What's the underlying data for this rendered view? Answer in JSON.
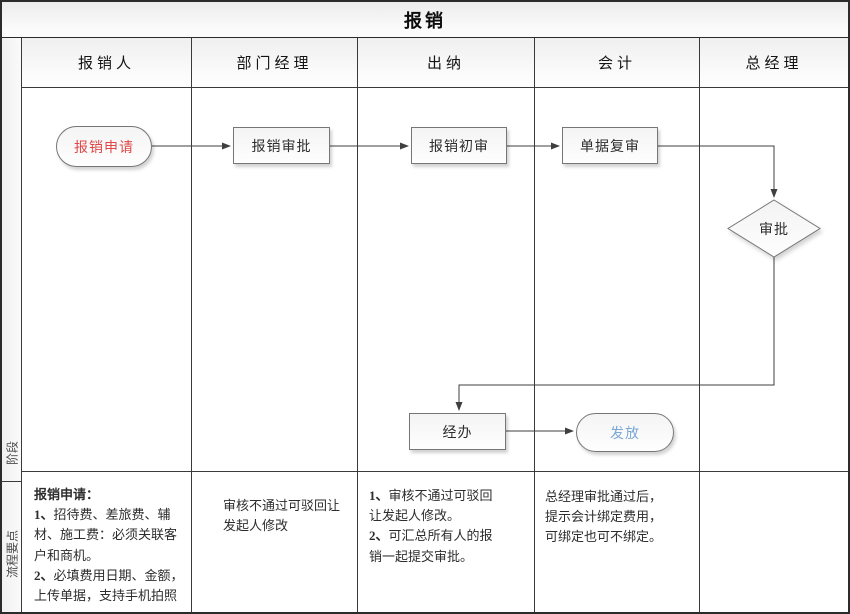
{
  "title": "报销",
  "left_strip": {
    "phase_label": "阶段",
    "points_label": "流程要点"
  },
  "lanes": [
    {
      "name": "报销人"
    },
    {
      "name": "部门经理"
    },
    {
      "name": "出纳"
    },
    {
      "name": "会计"
    },
    {
      "name": "总经理"
    }
  ],
  "flow": {
    "nodes": [
      {
        "id": "start",
        "shape": "terminator",
        "lane": "报销人",
        "label": "报销申请",
        "text_color": "#e04848"
      },
      {
        "id": "dept-approve",
        "shape": "process",
        "lane": "部门经理",
        "label": "报销审批",
        "text_color": "#2d2d2d"
      },
      {
        "id": "first-review",
        "shape": "process",
        "lane": "出纳",
        "label": "报销初审",
        "text_color": "#2d2d2d"
      },
      {
        "id": "doc-review",
        "shape": "process",
        "lane": "会计",
        "label": "单据复审",
        "text_color": "#2d2d2d"
      },
      {
        "id": "gm-approve",
        "shape": "decision",
        "lane": "总经理",
        "label": "审批",
        "text_color": "#2d2d2d"
      },
      {
        "id": "handle",
        "shape": "process",
        "lane": "出纳",
        "label": "经办",
        "text_color": "#2d2d2d"
      },
      {
        "id": "payout",
        "shape": "terminator",
        "lane": "会计",
        "label": "发放",
        "text_color": "#7ba7d7"
      }
    ],
    "edges": [
      {
        "from": "start",
        "to": "dept-approve"
      },
      {
        "from": "dept-approve",
        "to": "first-review"
      },
      {
        "from": "first-review",
        "to": "doc-review"
      },
      {
        "from": "doc-review",
        "to": "gm-approve"
      },
      {
        "from": "gm-approve",
        "to": "handle"
      },
      {
        "from": "handle",
        "to": "payout"
      }
    ]
  },
  "notes": {
    "col1": {
      "title": "报销申请：",
      "item1_num": "1、",
      "item1_text": "招待费、差旅费、辅材、施工费：必须关联客户和商机。",
      "item2_num": "2、",
      "item2_text": "必填费用日期、金额，上传单据，支持手机拍照"
    },
    "col2": {
      "text": "审核不通过可驳回让发起人修改"
    },
    "col3": {
      "item1_num": "1、",
      "item1_text": "审核不通过可驳回让发起人修改。",
      "item2_num": "2、",
      "item2_text": "可汇总所有人的报销一起提交审批。"
    },
    "col4": {
      "line1": "总经理审批通过后，",
      "line2": "提示会计绑定费用，",
      "line3": "可绑定也可不绑定。"
    }
  },
  "colors": {
    "start_text": "#e04848",
    "payout_text": "#7ba7d7",
    "line": "#3f3f3f"
  }
}
